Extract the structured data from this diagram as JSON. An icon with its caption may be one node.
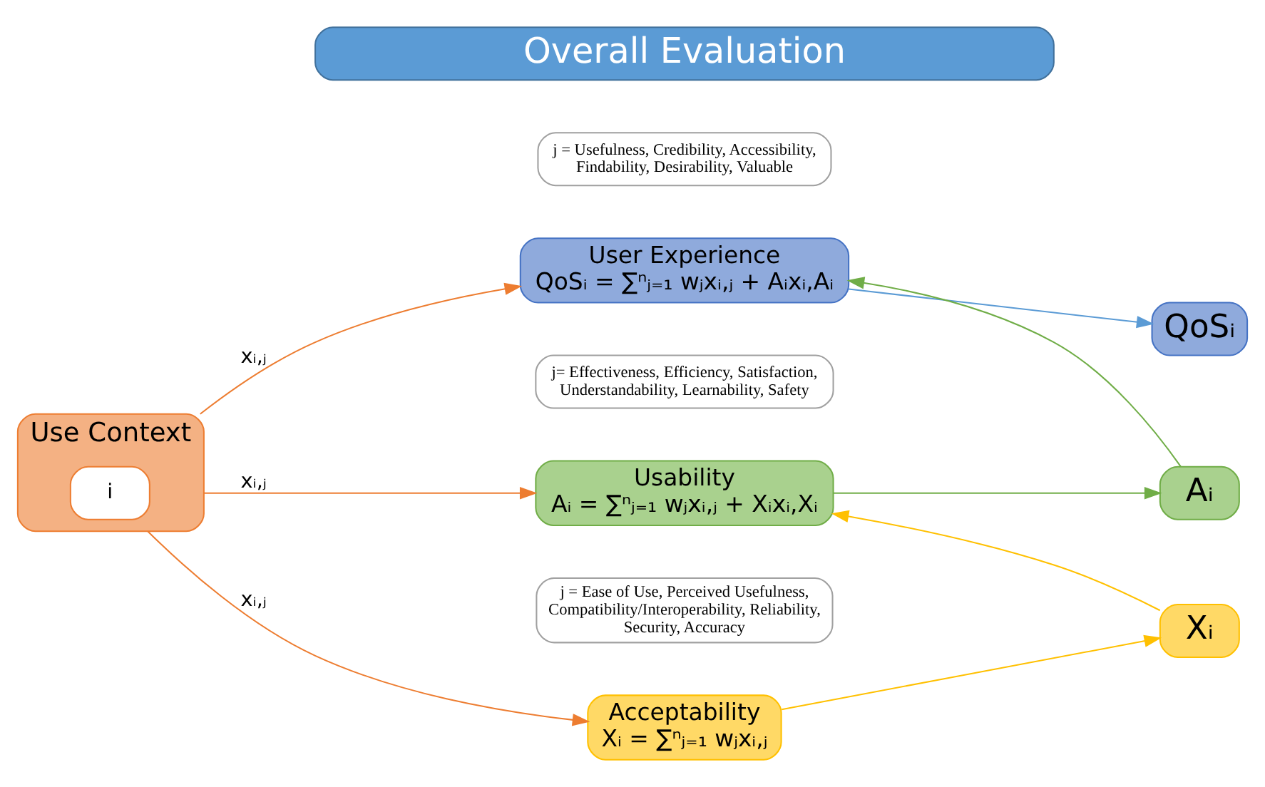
{
  "diagram": {
    "nodes": [
      {
        "text": [
          "Overall Evaluation"
        ]
      },
      {
        "text": [
          "Use Context"
        ]
      },
      {
        "text": [
          "i"
        ],
        "in": 1
      },
      {
        "text": [
          "j = Usefulness, Credibility, Accessibility, Findability, Desirability, Valuable"
        ]
      },
      {
        "text": [
          "User Experience",
          "QoSᵢ = ∑ⁿⱼ₌₁ wⱼxᵢ,ⱼ + Aᵢxᵢ,Aᵢ"
        ]
      },
      {
        "text": [
          "QoSᵢ"
        ]
      },
      {
        "text": [
          "j= Effectiveness, Efficiency, Satisfaction, Understandability, Learnability, Safety"
        ]
      },
      {
        "text": [
          "Usability",
          "Aᵢ = ∑ⁿⱼ₌₁ wⱼxᵢ,ⱼ + Xᵢxᵢ,Xᵢ"
        ]
      },
      {
        "text": [
          "Aᵢ"
        ]
      },
      {
        "text": [
          "j = Ease of Use, Perceived Usefulness, Compatibility/Interoperability, Reliability, Security, Accuracy"
        ]
      },
      {
        "text": [
          "Acceptability",
          "Xᵢ = ∑ⁿⱼ₌₁ wⱼxᵢ,ⱼ"
        ]
      },
      {
        "text": [
          "Xᵢ"
        ]
      }
    ],
    "edges": [
      {
        "from": 1,
        "to": 4,
        "arrow": "to",
        "label": "xᵢ,ⱼ"
      },
      {
        "from": 1,
        "to": 7,
        "arrow": "to",
        "label": "xᵢ,ⱼ"
      },
      {
        "from": 1,
        "to": 10,
        "arrow": "to",
        "label": "xᵢ,ⱼ"
      },
      {
        "from": 4,
        "to": 5,
        "arrow": "to",
        "color": "#5b9bd5"
      },
      {
        "from": 7,
        "to": 8,
        "arrow": "to",
        "color": "#70ad47"
      },
      {
        "from": 10,
        "to": 11,
        "arrow": "to",
        "color": "#ffc000"
      },
      {
        "from": 8,
        "to": 4,
        "arrow": "to",
        "color": "#70ad47"
      },
      {
        "from": 11,
        "to": 7,
        "arrow": "to",
        "color": "#ffc000"
      }
    ]
  }
}
